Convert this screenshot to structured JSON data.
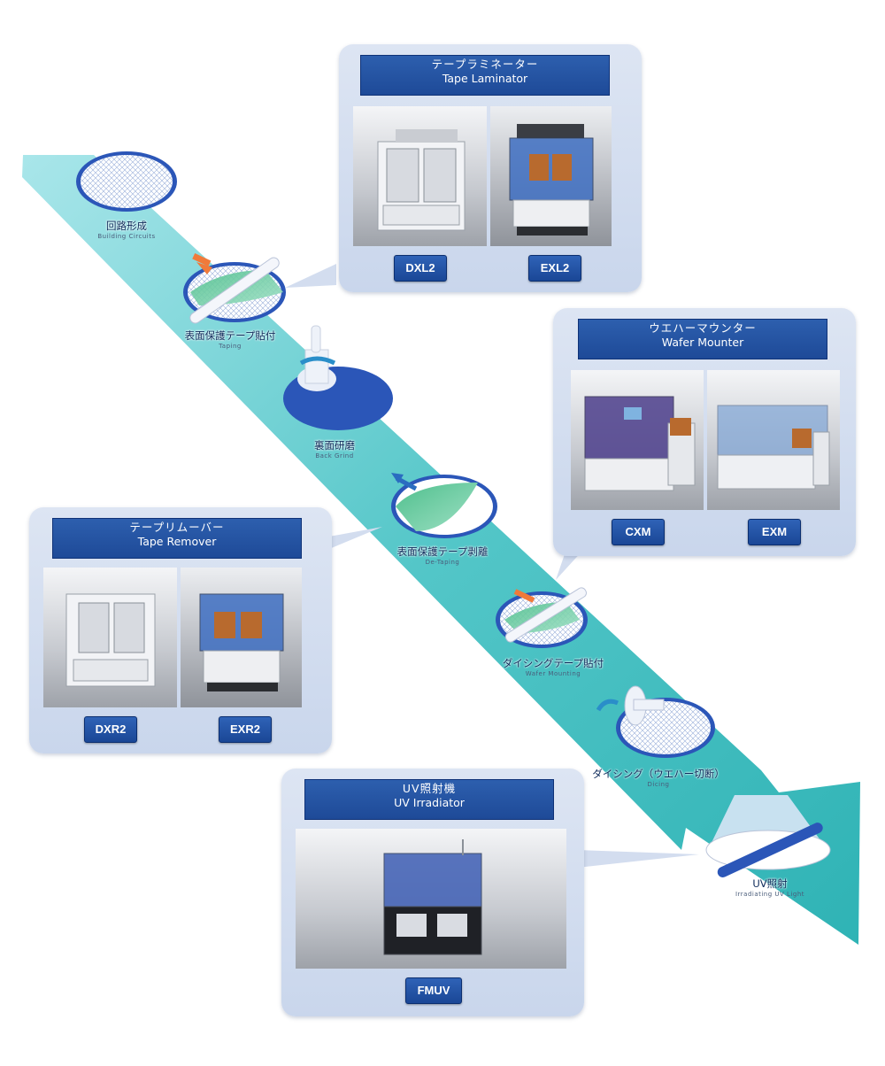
{
  "colors": {
    "arrow_light": "#a9e6ea",
    "arrow_dark": "#2fb3b5",
    "panel_bg": "#d3ddef",
    "header_blue": "#1f4c9c",
    "wafer_blue": "#2b56b8"
  },
  "panels": {
    "tape_laminator": {
      "title_jp": "テープラミネーター",
      "title_en": "Tape Laminator",
      "models": [
        "DXL2",
        "EXL2"
      ]
    },
    "wafer_mounter": {
      "title_jp": "ウエハーマウンター",
      "title_en": "Wafer Mounter",
      "models": [
        "CXM",
        "EXM"
      ]
    },
    "tape_remover": {
      "title_jp": "テープリムーバー",
      "title_en": "Tape Remover",
      "models": [
        "DXR2",
        "EXR2"
      ]
    },
    "uv_irradiator": {
      "title_jp": "UV照射機",
      "title_en": "UV Irradiator",
      "models": [
        "FMUV"
      ]
    }
  },
  "steps": [
    {
      "jp": "回路形成",
      "en": "Building Circuits",
      "icon": "circuit-wafer-icon"
    },
    {
      "jp": "表面保護テープ貼付",
      "en": "Taping",
      "icon": "taping-roller-icon"
    },
    {
      "jp": "裏面研磨",
      "en": "Back Grind",
      "icon": "grinder-icon"
    },
    {
      "jp": "表面保護テープ剥離",
      "en": "De-Taping",
      "icon": "detaping-icon"
    },
    {
      "jp": "ダイシングテープ貼付",
      "en": "Wafer Mounting",
      "icon": "mounting-roller-icon"
    },
    {
      "jp": "ダイシング（ウエハー切断）",
      "en": "Dicing",
      "icon": "dicing-blade-icon"
    },
    {
      "jp": "UV照射",
      "en": "Irradiating UV Light",
      "icon": "uv-lamp-icon"
    }
  ]
}
